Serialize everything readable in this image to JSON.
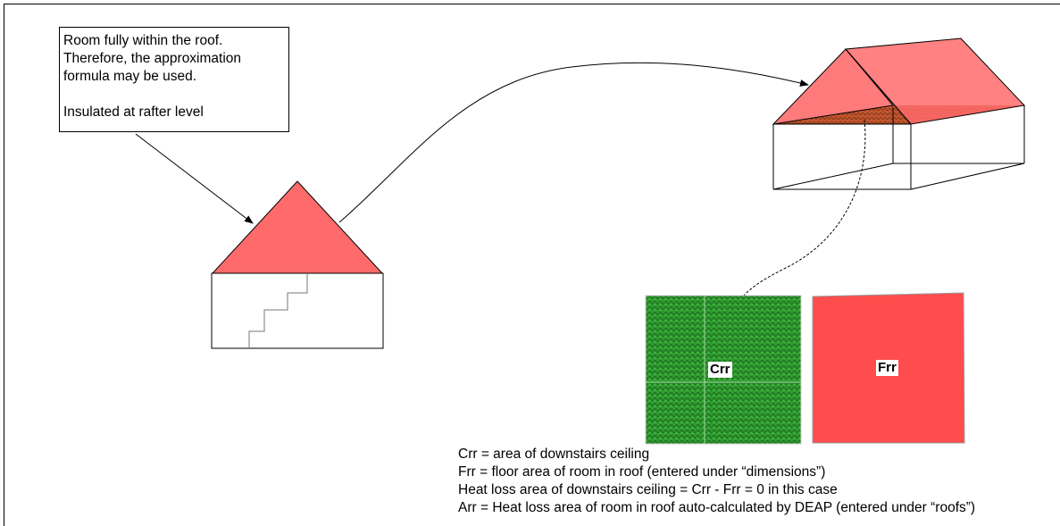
{
  "note": {
    "lines": [
      "Room fully within the roof.",
      "Therefore, the approximation",
      "formula may be used.",
      "",
      "Insulated at rafter level"
    ]
  },
  "areas": {
    "ceiling_label": "Crr",
    "floor_label": "Frr"
  },
  "legend": {
    "lines": [
      "Crr = area of downstairs ceiling",
      "Frr = floor area of room in roof (entered under “dimensions”)",
      "Heat loss area of downstairs ceiling = Crr - Frr = 0 in this case",
      "Arr = Heat loss area of room in roof auto-calculated by DEAP (entered under “roofs”)"
    ]
  },
  "colors": {
    "roof_red": "#ff6b6b",
    "floor_red": "#ff4d4d",
    "ceiling_green": "#2e9e2e"
  }
}
